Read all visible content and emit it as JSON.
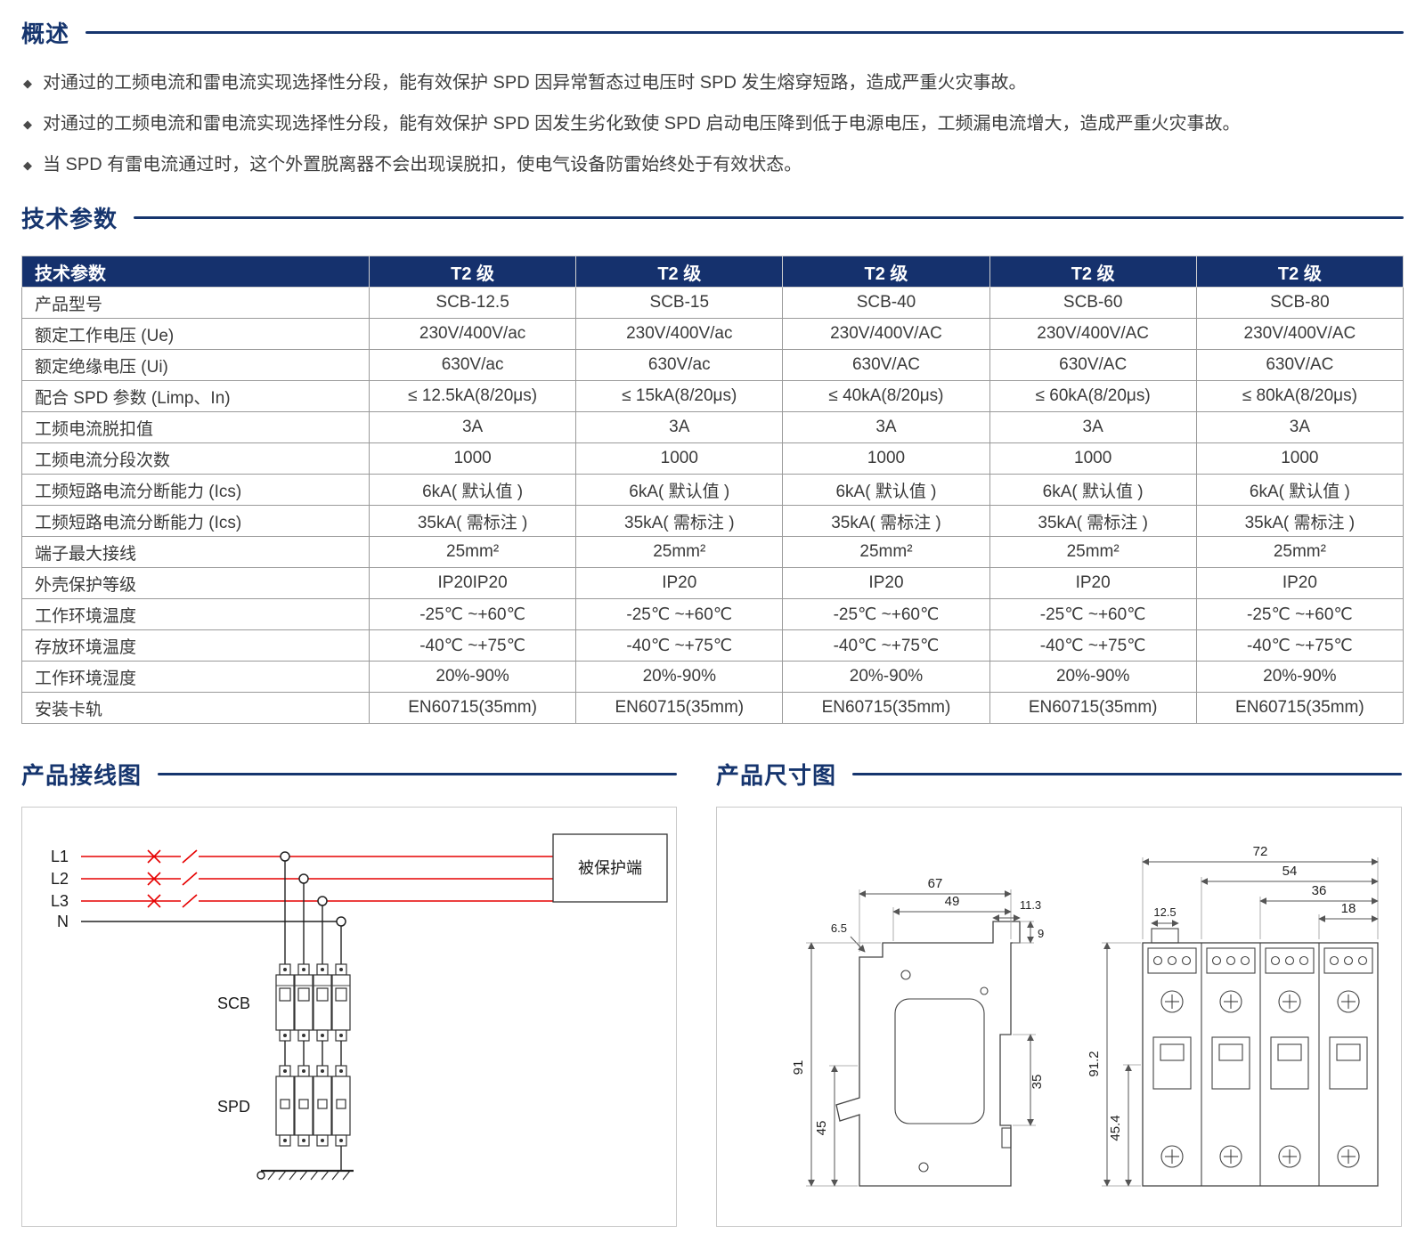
{
  "theme": {
    "accent": "#16356e",
    "table_header_bg": "#15316d",
    "wire_red": "#e60000"
  },
  "overview": {
    "title": "概述",
    "bullets": [
      "对通过的工频电流和雷电流实现选择性分段，能有效保护 SPD 因异常暂态过电压时 SPD 发生熔穿短路，造成严重火灾事故。",
      "对通过的工频电流和雷电流实现选择性分段，能有效保护 SPD 因发生劣化致使 SPD 启动电压降到低于电源电压，工频漏电流增大，造成严重火灾事故。",
      "当 SPD 有雷电流通过时，这个外置脱离器不会出现误脱扣，使电气设备防雷始终处于有效状态。"
    ]
  },
  "tech": {
    "title": "技术参数",
    "table": {
      "header": [
        "技术参数",
        "T2 级",
        "T2 级",
        "T2 级",
        "T2 级",
        "T2 级"
      ],
      "rows": [
        [
          "产品型号",
          "SCB-12.5",
          "SCB-15",
          "SCB-40",
          "SCB-60",
          "SCB-80"
        ],
        [
          "额定工作电压 (Ue)",
          "230V/400V/ac",
          "230V/400V/ac",
          "230V/400V/AC",
          "230V/400V/AC",
          "230V/400V/AC"
        ],
        [
          "额定绝缘电压 (Ui)",
          "630V/ac",
          "630V/ac",
          "630V/AC",
          "630V/AC",
          "630V/AC"
        ],
        [
          "配合 SPD 参数 (Limp、In)",
          "≤ 12.5kA(8/20μs)",
          "≤ 15kA(8/20μs)",
          "≤ 40kA(8/20μs)",
          "≤ 60kA(8/20μs)",
          "≤ 80kA(8/20μs)"
        ],
        [
          "工频电流脱扣值",
          "3A",
          "3A",
          "3A",
          "3A",
          "3A"
        ],
        [
          "工频电流分段次数",
          "1000",
          "1000",
          "1000",
          "1000",
          "1000"
        ],
        [
          "工频短路电流分断能力 (Ics)",
          "6kA( 默认值 )",
          "6kA( 默认值 )",
          "6kA( 默认值 )",
          "6kA( 默认值 )",
          "6kA( 默认值 )"
        ],
        [
          "工频短路电流分断能力 (Ics)",
          "35kA( 需标注 )",
          "35kA( 需标注 )",
          "35kA( 需标注 )",
          "35kA( 需标注 )",
          "35kA( 需标注 )"
        ],
        [
          "端子最大接线",
          "25mm²",
          "25mm²",
          "25mm²",
          "25mm²",
          "25mm²"
        ],
        [
          "外壳保护等级",
          "IP20IP20",
          "IP20",
          "IP20",
          "IP20",
          "IP20"
        ],
        [
          "工作环境温度",
          "-25℃ ~+60℃",
          "-25℃ ~+60℃",
          "-25℃ ~+60℃",
          "-25℃ ~+60℃",
          "-25℃ ~+60℃"
        ],
        [
          "存放环境温度",
          "-40℃ ~+75℃",
          "-40℃ ~+75℃",
          "-40℃ ~+75℃",
          "-40℃ ~+75℃",
          "-40℃ ~+75℃"
        ],
        [
          "工作环境湿度",
          "20%-90%",
          "20%-90%",
          "20%-90%",
          "20%-90%",
          "20%-90%"
        ],
        [
          "安装卡轨",
          "EN60715(35mm)",
          "EN60715(35mm)",
          "EN60715(35mm)",
          "EN60715(35mm)",
          "EN60715(35mm)"
        ]
      ]
    }
  },
  "wiring": {
    "title": "产品接线图",
    "labels": {
      "l1": "L1",
      "l2": "L2",
      "l3": "L3",
      "n": "N",
      "protected_end": "被保护端",
      "scb": "SCB",
      "spd": "SPD"
    }
  },
  "dimensions": {
    "title": "产品尺寸图",
    "side": {
      "w_total": "67",
      "w_inner": "49",
      "tab_w": "11.3",
      "step": "6.5",
      "tab_h": "9",
      "h_total": "91",
      "h_lower": "45",
      "rail": "35"
    },
    "front": {
      "w_total": "72",
      "w_3p": "54",
      "w_2p": "36",
      "w_1p": "18",
      "term_w": "12.5",
      "h_total": "91.2",
      "h_lower": "45.4"
    }
  }
}
